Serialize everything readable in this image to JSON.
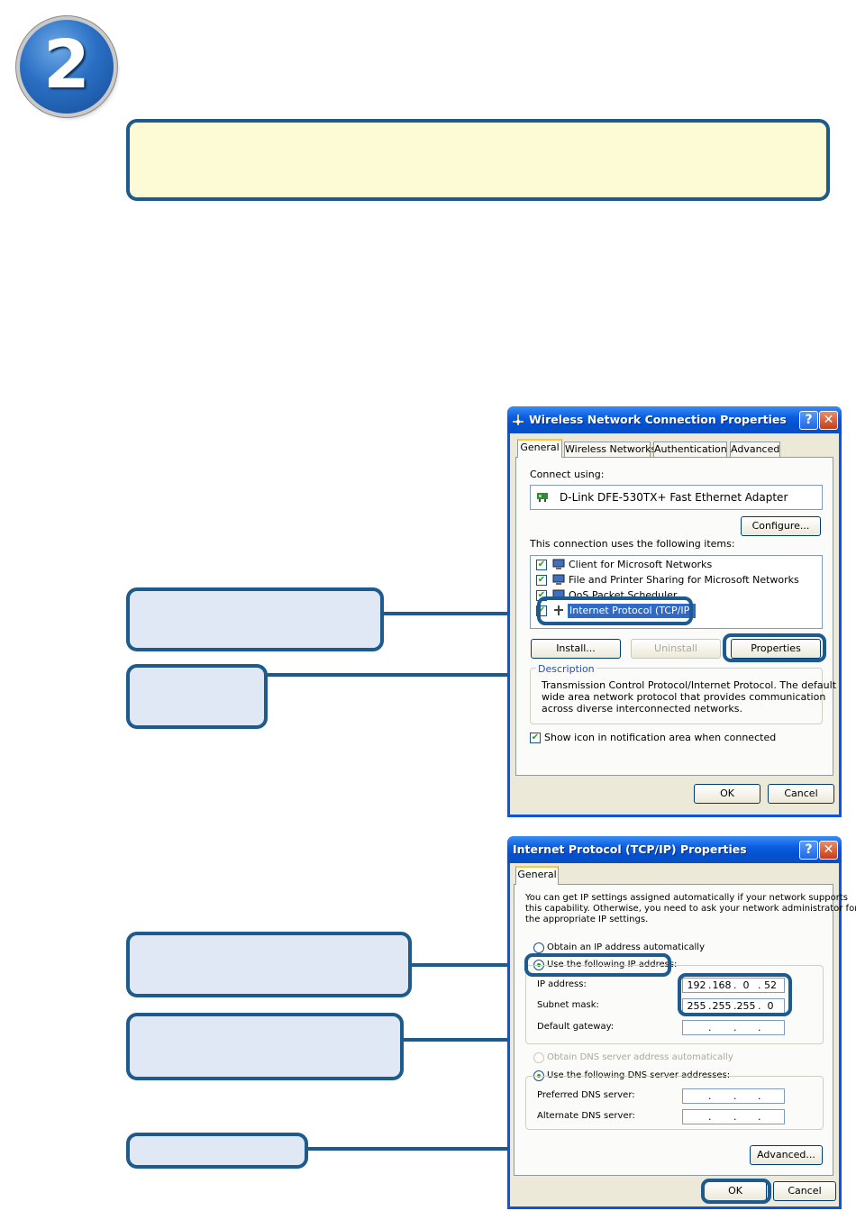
{
  "step": {
    "number": "2"
  },
  "colors": {
    "callout_border": "#1d5a8e",
    "callout_fill": "#dfe8f4",
    "banner_fill": "#fdfbd5",
    "xp_title": "#0a5ee0"
  },
  "dialog1": {
    "title": "Wireless Network Connection Properties",
    "help_btn": "?",
    "close_btn": "✕",
    "tabs": [
      "General",
      "Wireless Networks",
      "Authentication",
      "Advanced"
    ],
    "connect_using_label": "Connect using:",
    "adapter": "D-Link DFE-530TX+ Fast Ethernet Adapter",
    "configure_button": "Configure...",
    "items_label": "This connection uses the following items:",
    "items": [
      "Client for Microsoft Networks",
      "File and Printer Sharing for Microsoft Networks",
      "QoS Packet Scheduler",
      "Internet Protocol (TCP/IP)"
    ],
    "install_button": "Install...",
    "uninstall_button": "Uninstall",
    "properties_button": "Properties",
    "description_label": "Description",
    "description_lines": [
      "Transmission Control Protocol/Internet Protocol. The default",
      "wide area network protocol that provides communication",
      "across diverse interconnected networks."
    ],
    "show_icon_label": "Show icon in notification area when connected",
    "ok_button": "OK",
    "cancel_button": "Cancel"
  },
  "dialog2": {
    "title": "Internet Protocol (TCP/IP) Properties",
    "help_btn": "?",
    "close_btn": "✕",
    "tab": "General",
    "intro_lines": [
      "You can get IP settings assigned automatically if your network supports",
      "this capability. Otherwise, you need to ask your network administrator for",
      "the appropriate IP settings."
    ],
    "obtain_ip_auto": "Obtain an IP address automatically",
    "use_following_ip": "Use the following IP address:",
    "ip_address_label": "IP address:",
    "ip_address": [
      "192",
      "168",
      "0",
      "52"
    ],
    "subnet_mask_label": "Subnet mask:",
    "subnet_mask": [
      "255",
      "255",
      "255",
      "0"
    ],
    "default_gateway_label": "Default gateway:",
    "obtain_dns_auto": "Obtain DNS server address automatically",
    "use_following_dns": "Use the following DNS server addresses:",
    "preferred_dns_label": "Preferred DNS server:",
    "alternate_dns_label": "Alternate DNS server:",
    "advanced_button": "Advanced...",
    "ok_button": "OK",
    "cancel_button": "Cancel",
    "ip_dot": "."
  },
  "check_mark": "✔"
}
